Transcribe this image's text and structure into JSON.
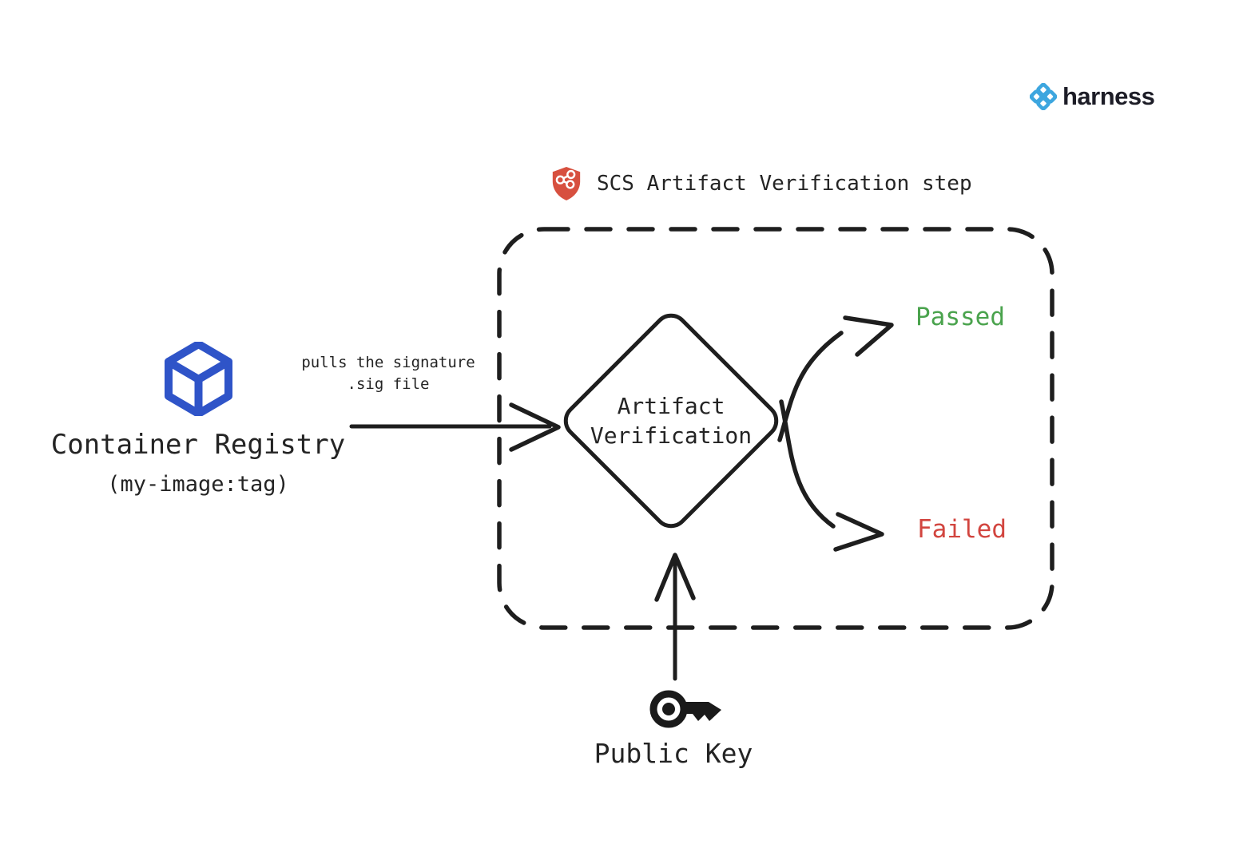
{
  "brand": {
    "name": "harness",
    "icon": "harness-clover-icon",
    "icon_color": "#3da6df",
    "text_color": "#1d1d27"
  },
  "step": {
    "title": "SCS Artifact Verification step",
    "icon": "shield-pipeline-icon",
    "icon_color": "#d7503f",
    "boundary_style": "dashed-rounded-rectangle"
  },
  "registry": {
    "title": "Container Registry",
    "subtitle": "(my-image:tag)",
    "icon": "cube-icon",
    "icon_color": "#2f54c8"
  },
  "verification": {
    "label": "Artifact\nVerification",
    "shape": "diamond"
  },
  "public_key": {
    "label": "Public Key",
    "icon": "key-icon"
  },
  "edges": {
    "pull": {
      "label": "pulls the signature\n.sig file"
    },
    "passed": {
      "label": "Passed",
      "color": "#4aa34d"
    },
    "failed": {
      "label": "Failed",
      "color": "#d2453f"
    }
  },
  "colors": {
    "line": "#1e1e1e",
    "text": "#242424",
    "background": "#ffffff"
  }
}
